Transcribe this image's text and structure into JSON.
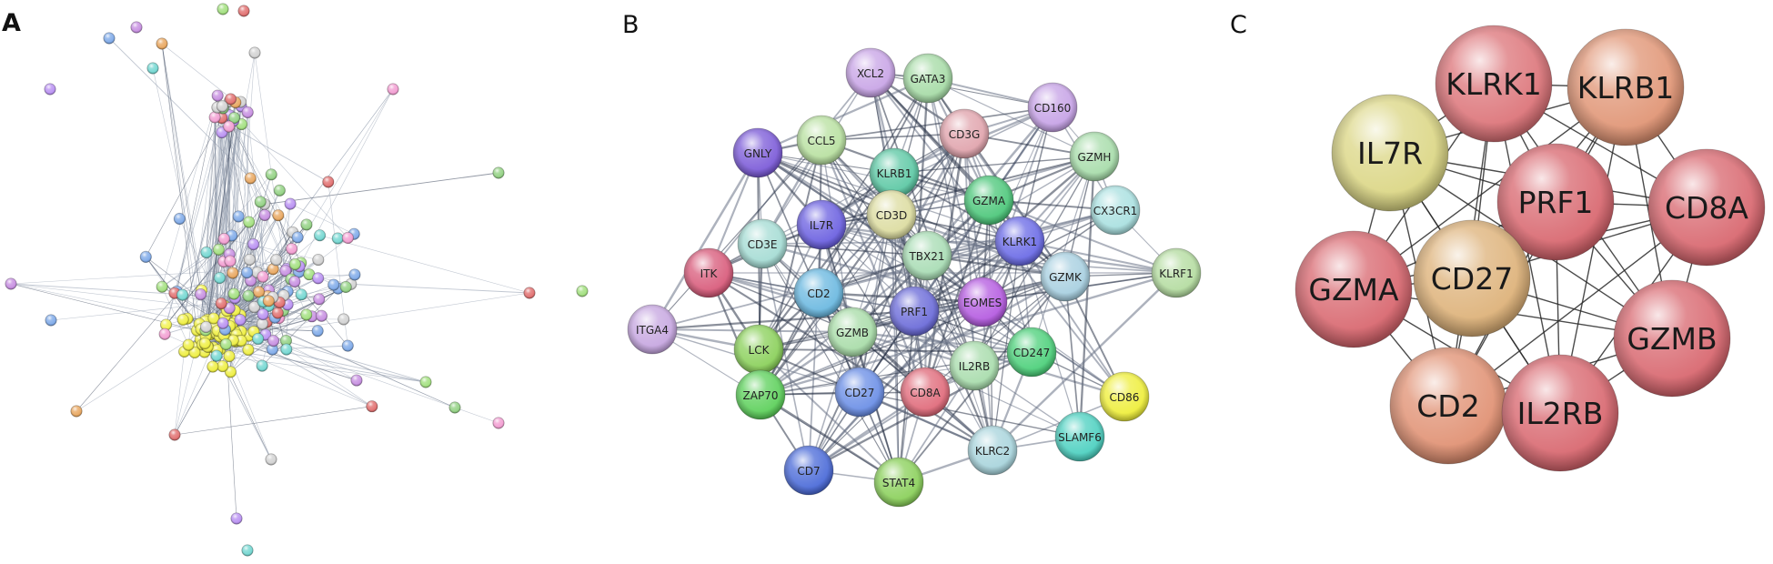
{
  "panels": [
    {
      "letter": "A",
      "description": "overview network"
    },
    {
      "letter": "B",
      "description": "labeled subnetwork"
    },
    {
      "letter": "C",
      "description": "hub genes"
    }
  ],
  "panel_a_palette": [
    "#eeee3a",
    "#f2f24a",
    "#9fdf7a",
    "#e06a6a",
    "#c58be0",
    "#7aa7e8",
    "#e8a45a",
    "#6fd6d0",
    "#b78df2",
    "#d0d0d0",
    "#f29ad0",
    "#8fd07f"
  ],
  "panel_b_nodes": [
    {
      "label": "XCL2",
      "color": "#c8a4e6"
    },
    {
      "label": "GATA3",
      "color": "#a6dba6"
    },
    {
      "label": "CD160",
      "color": "#c6a2e6"
    },
    {
      "label": "CD3G",
      "color": "#e0a3ac"
    },
    {
      "label": "CCL5",
      "color": "#b8e0a0"
    },
    {
      "label": "GNLY",
      "color": "#7b5ad8"
    },
    {
      "label": "KLRB1",
      "color": "#5cc8a4"
    },
    {
      "label": "GZMH",
      "color": "#a7dcaa"
    },
    {
      "label": "GZMA",
      "color": "#4cc77a"
    },
    {
      "label": "CD3D",
      "color": "#dcdca0"
    },
    {
      "label": "IL7R",
      "color": "#6a5fe0"
    },
    {
      "label": "CX3CR1",
      "color": "#a9e0e0"
    },
    {
      "label": "CD3E",
      "color": "#a5dcd4"
    },
    {
      "label": "KLRK1",
      "color": "#6a6ae6"
    },
    {
      "label": "TBX21",
      "color": "#a8dcb4"
    },
    {
      "label": "ITK",
      "color": "#d85a7a"
    },
    {
      "label": "GZMK",
      "color": "#a7cfe0"
    },
    {
      "label": "KLRF1",
      "color": "#b4dca0"
    },
    {
      "label": "CD2",
      "color": "#6ab8e0"
    },
    {
      "label": "EOMES",
      "color": "#b45ae0"
    },
    {
      "label": "PRF1",
      "color": "#6a6ad8"
    },
    {
      "label": "ITGA4",
      "color": "#c6a6e0"
    },
    {
      "label": "GZMB",
      "color": "#a8dca8"
    },
    {
      "label": "LCK",
      "color": "#8ad05a"
    },
    {
      "label": "CD247",
      "color": "#4cd07a"
    },
    {
      "label": "IL2RB",
      "color": "#a8dcac"
    },
    {
      "label": "CD86",
      "color": "#eeee3a"
    },
    {
      "label": "ZAP70",
      "color": "#5cd05a"
    },
    {
      "label": "CD27",
      "color": "#6a8ee6"
    },
    {
      "label": "CD8A",
      "color": "#e06a7a"
    },
    {
      "label": "KLRC2",
      "color": "#a8d4dc"
    },
    {
      "label": "SLAMF6",
      "color": "#4cd0c0"
    },
    {
      "label": "CD7",
      "color": "#4a6ad8"
    },
    {
      "label": "STAT4",
      "color": "#8ad05a"
    }
  ],
  "panel_c_nodes": [
    {
      "label": "KLRK1",
      "color": "#dc7378"
    },
    {
      "label": "KLRB1",
      "color": "#e09474"
    },
    {
      "label": "IL7R",
      "color": "#dbd684"
    },
    {
      "label": "PRF1",
      "color": "#d8666e"
    },
    {
      "label": "CD8A",
      "color": "#d8666e"
    },
    {
      "label": "GZMA",
      "color": "#d8666e"
    },
    {
      "label": "CD27",
      "color": "#ddb178"
    },
    {
      "label": "GZMB",
      "color": "#d8666e"
    },
    {
      "label": "CD2",
      "color": "#e09072"
    },
    {
      "label": "IL2RB",
      "color": "#d8666e"
    }
  ]
}
